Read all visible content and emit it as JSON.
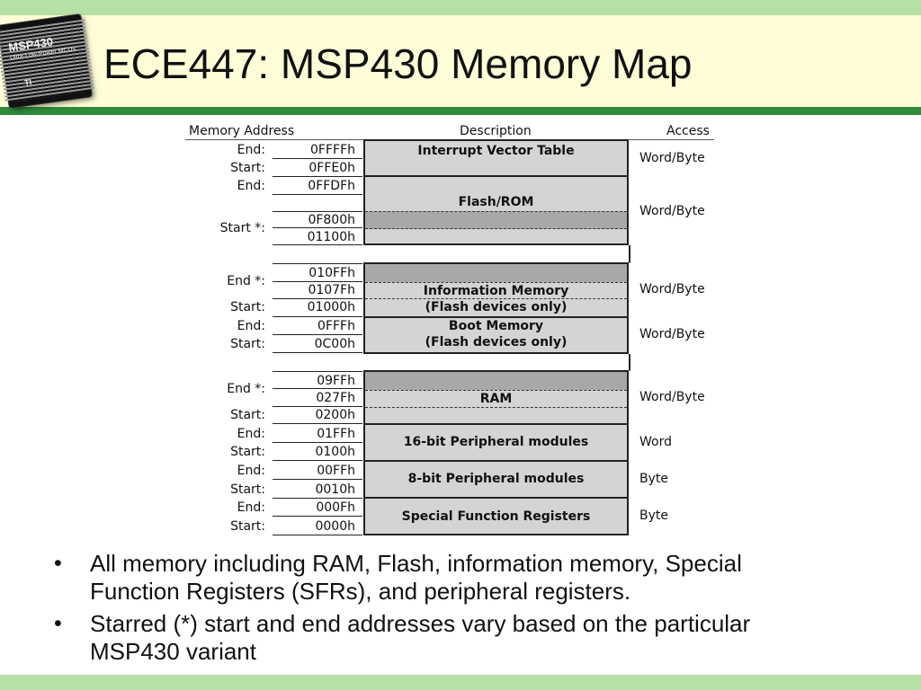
{
  "title": "ECE447: MSP430 Memory Map",
  "chip": {
    "name": "MSP430",
    "tagline": "Ultra-Low-Power MCUs",
    "brand": "TEXAS INSTRUMENTS"
  },
  "table": {
    "headers": {
      "address": "Memory Address",
      "description": "Description",
      "access": "Access"
    },
    "labels": [
      "End:",
      "Start:",
      "End:",
      "Start *:",
      "End *:",
      "Start:",
      "End:",
      "Start:",
      "End *:",
      "Start:",
      "End:",
      "Start:",
      "End:",
      "Start:",
      "End:",
      "Start:"
    ],
    "addresses": [
      "0FFFFh",
      "0FFE0h",
      "0FFDFh",
      "0F800h",
      "01100h",
      "010FFh",
      "0107Fh",
      "01000h",
      "0FFFh",
      "0C00h",
      "09FFh",
      "027Fh",
      "0200h",
      "01FFh",
      "0100h",
      "00FFh",
      "0010h",
      "000Fh",
      "0000h"
    ],
    "blocks": [
      {
        "lines": [
          "Interrupt Vector Table"
        ],
        "access": "Word/Byte"
      },
      {
        "lines": [
          "Flash/ROM"
        ],
        "access": "Word/Byte"
      },
      {
        "lines": [
          "Information Memory",
          "(Flash devices only)"
        ],
        "access": "Word/Byte"
      },
      {
        "lines": [
          "Boot Memory",
          "(Flash devices only)"
        ],
        "access": "Word/Byte"
      },
      {
        "lines": [
          "RAM"
        ],
        "access": "Word/Byte"
      },
      {
        "lines": [
          "16-bit Peripheral modules"
        ],
        "access": "Word"
      },
      {
        "lines": [
          "8-bit Peripheral modules"
        ],
        "access": "Byte"
      },
      {
        "lines": [
          "Special Function Registers"
        ],
        "access": "Byte"
      }
    ]
  },
  "bullets": [
    {
      "marker": "•",
      "text": "All memory including RAM, Flash, information memory, Special Function Registers (SFRs), and peripheral registers."
    },
    {
      "marker": "•",
      "text": "Starred (*) start and end addresses vary based on the particular MSP430 variant"
    }
  ],
  "colors": {
    "top_band": "#b6e0a4",
    "title_bg": "#fffdd7",
    "rule": "#2f8a3a",
    "block": "#d4d4d4",
    "block_shade": "#a8a8a8"
  }
}
